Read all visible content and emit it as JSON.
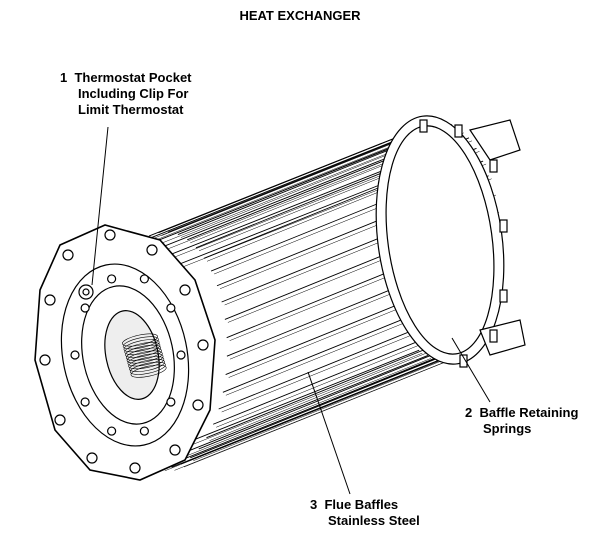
{
  "title": "HEAT EXCHANGER",
  "callouts": [
    {
      "number": "1",
      "lines": [
        "Thermostat Pocket",
        "Including Clip For",
        "Limit Thermostat"
      ]
    },
    {
      "number": "2",
      "lines": [
        "Baffle Retaining",
        "Springs"
      ]
    },
    {
      "number": "3",
      "lines": [
        "Flue Baffles",
        "Stainless Steel"
      ]
    }
  ]
}
